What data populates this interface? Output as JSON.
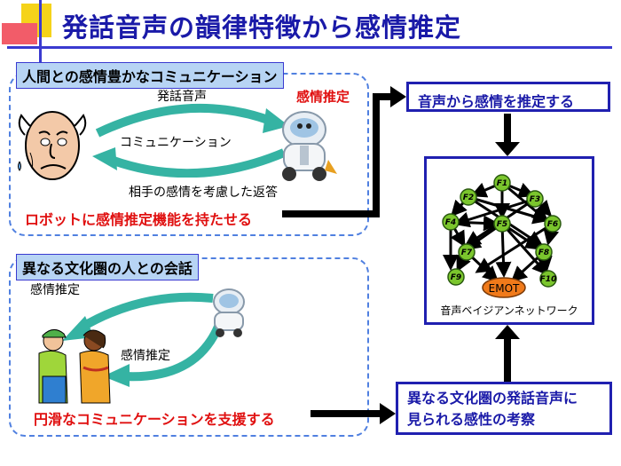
{
  "title": "発話音声の韻律特徴から感情推定",
  "panel1": {
    "label": "人間との感情豊かなコミュニケーション",
    "top_text": "発話音声",
    "middle_text": "コミュニケーション",
    "bottom_text": "相手の感情を考慮した返答",
    "robot_label": "感情推定",
    "goal": "ロボットに感情推定機能を持たせる"
  },
  "panel2": {
    "label": "異なる文化圏の人との会話",
    "estimation_top": "感情推定",
    "estimation_mid": "感情推定",
    "goal": "円滑なコミュニケーションを支援する"
  },
  "box_top": "音声から感情を推定する",
  "box_bottom_line1": "異なる文化圏の発話音声に",
  "box_bottom_line2": "見られる感性の考察",
  "network": {
    "caption": "音声ベイジアンネットワーク",
    "center_node": "EMOT",
    "nodes": [
      "F1",
      "F2",
      "F3",
      "F4",
      "F5",
      "F6",
      "F7",
      "F8",
      "F9",
      "F10"
    ]
  },
  "colors": {
    "title": "#1a1aa8",
    "node_fill": "#7bc62d",
    "emot_fill": "#f07a1a",
    "accent_red": "#e01010"
  }
}
